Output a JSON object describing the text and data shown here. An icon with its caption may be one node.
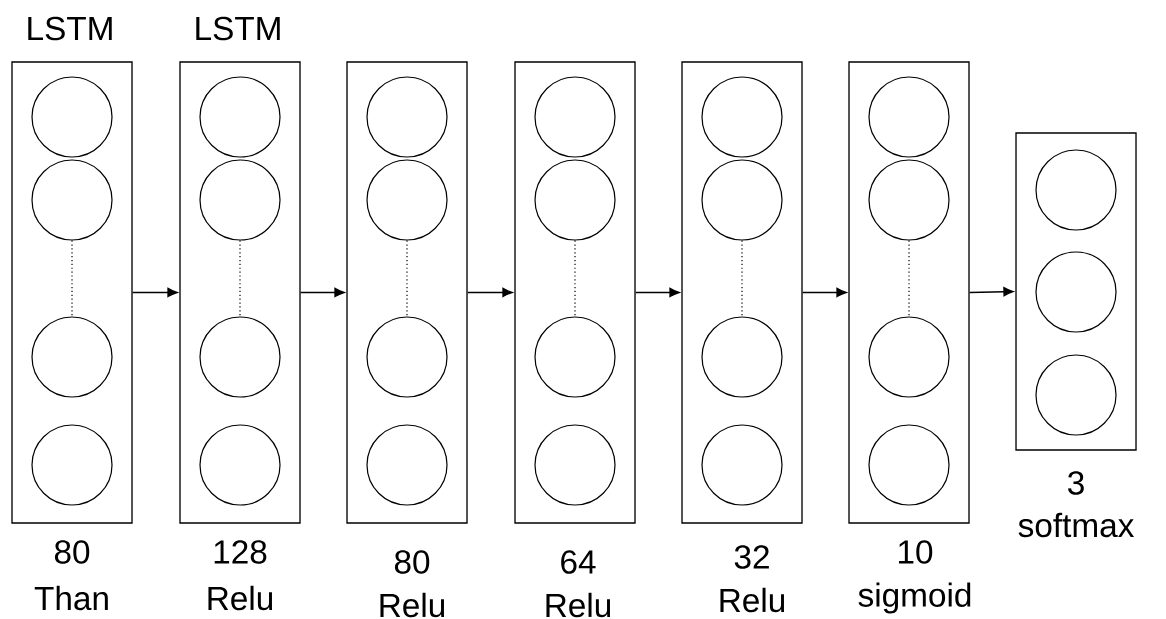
{
  "diagram": {
    "nodes": [
      {
        "text": [
          "LSTM"
        ],
        "beside": [
          "80",
          "Than"
        ]
      },
      {
        "text": [],
        "shape": "circle",
        "in": 0
      },
      {
        "text": [],
        "shape": "circle",
        "in": 0
      },
      {
        "text": [],
        "shape": "circle",
        "in": 0
      },
      {
        "text": [],
        "shape": "circle",
        "in": 0
      },
      {
        "text": [
          "LSTM"
        ],
        "beside": [
          "128",
          "Relu"
        ]
      },
      {
        "text": [],
        "shape": "circle",
        "in": 5
      },
      {
        "text": [],
        "shape": "circle",
        "in": 5
      },
      {
        "text": [],
        "shape": "circle",
        "in": 5
      },
      {
        "text": [],
        "shape": "circle",
        "in": 5
      },
      {
        "text": [],
        "shape": "box",
        "beside": [
          "80",
          "Relu"
        ]
      },
      {
        "text": [],
        "shape": "circle",
        "in": 10
      },
      {
        "text": [],
        "shape": "circle",
        "in": 10
      },
      {
        "text": [],
        "shape": "circle",
        "in": 10
      },
      {
        "text": [],
        "shape": "circle",
        "in": 10
      },
      {
        "text": [],
        "shape": "box",
        "beside": [
          "64",
          "Relu"
        ]
      },
      {
        "text": [],
        "shape": "circle",
        "in": 15
      },
      {
        "text": [],
        "shape": "circle",
        "in": 15
      },
      {
        "text": [],
        "shape": "circle",
        "in": 15
      },
      {
        "text": [],
        "shape": "circle",
        "in": 15
      },
      {
        "text": [],
        "shape": "box",
        "beside": [
          "32",
          "Relu"
        ]
      },
      {
        "text": [],
        "shape": "circle",
        "in": 20
      },
      {
        "text": [],
        "shape": "circle",
        "in": 20
      },
      {
        "text": [],
        "shape": "circle",
        "in": 20
      },
      {
        "text": [],
        "shape": "circle",
        "in": 20
      },
      {
        "text": [],
        "shape": "box",
        "beside": [
          "10",
          "sigmoid"
        ]
      },
      {
        "text": [],
        "shape": "circle",
        "in": 25
      },
      {
        "text": [],
        "shape": "circle",
        "in": 25
      },
      {
        "text": [],
        "shape": "circle",
        "in": 25
      },
      {
        "text": [],
        "shape": "circle",
        "in": 25
      },
      {
        "text": [],
        "shape": "box",
        "beside": [
          "3",
          "softmax"
        ]
      },
      {
        "text": [],
        "shape": "circle",
        "in": 30
      },
      {
        "text": [],
        "shape": "circle",
        "in": 30
      },
      {
        "text": [],
        "shape": "circle",
        "in": 30
      }
    ],
    "edges": [
      {
        "from": 0,
        "to": 5,
        "arrow": "to"
      },
      {
        "from": 5,
        "to": 10,
        "arrow": "to"
      },
      {
        "from": 10,
        "to": 15,
        "arrow": "to"
      },
      {
        "from": 15,
        "to": 20,
        "arrow": "to"
      },
      {
        "from": 20,
        "to": 25,
        "arrow": "to"
      },
      {
        "from": 25,
        "to": 30,
        "arrow": "to"
      },
      {
        "from": 2,
        "to": 3,
        "arrow": "none",
        "style": "dashed"
      },
      {
        "from": 7,
        "to": 8,
        "arrow": "none",
        "style": "dashed"
      },
      {
        "from": 12,
        "to": 13,
        "arrow": "none",
        "style": "dashed"
      },
      {
        "from": 17,
        "to": 18,
        "arrow": "none",
        "style": "dashed"
      },
      {
        "from": 22,
        "to": 23,
        "arrow": "none",
        "style": "dashed"
      },
      {
        "from": 27,
        "to": 28,
        "arrow": "none",
        "style": "dashed"
      }
    ]
  }
}
